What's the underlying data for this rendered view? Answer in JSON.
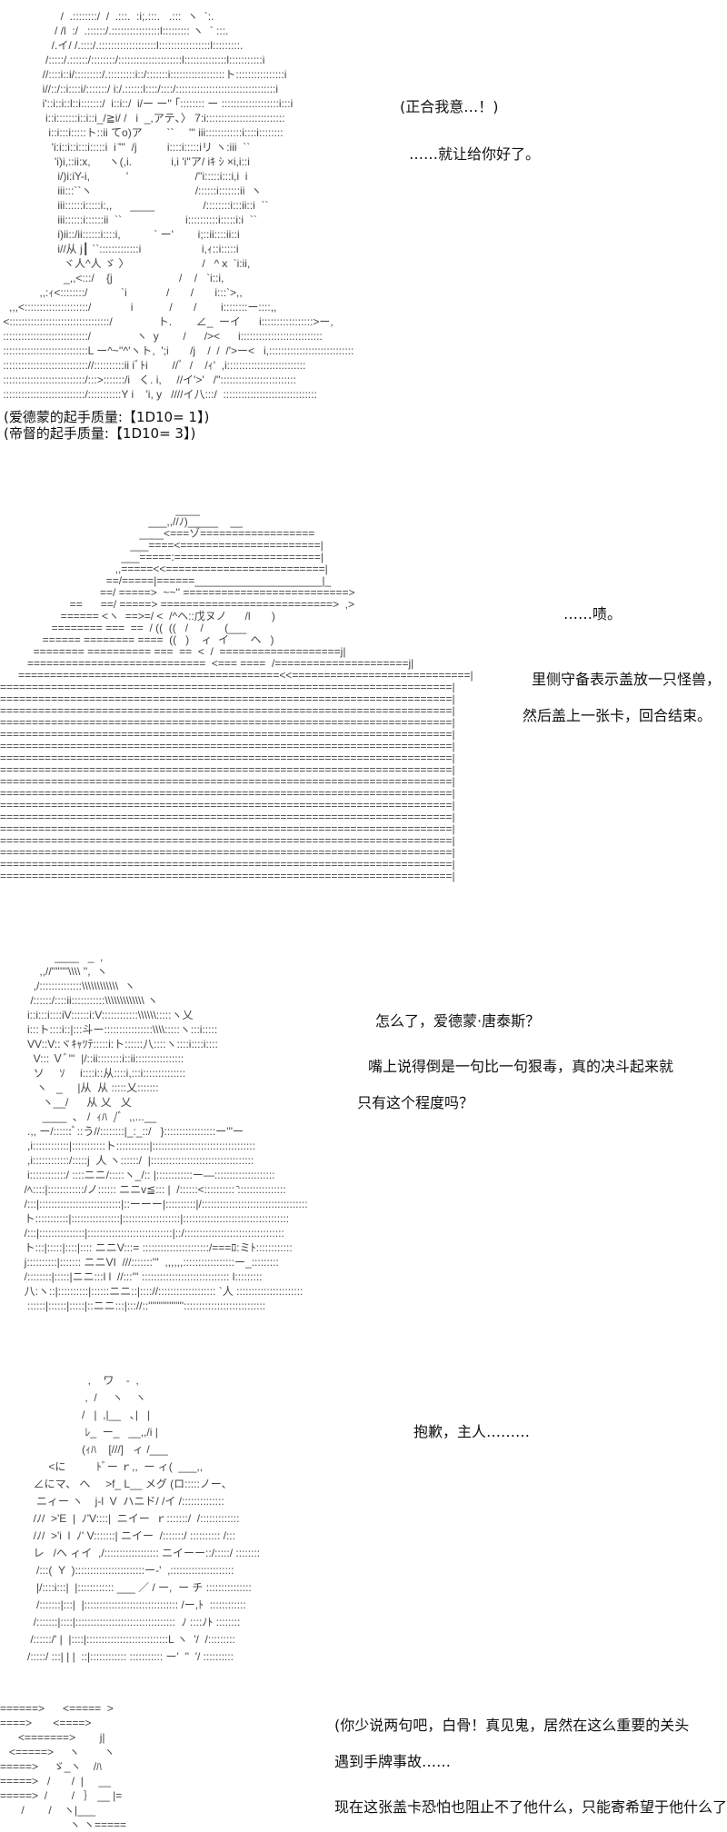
{
  "scene1": {
    "art": [
      "                    /  .::::::::/  /  .:::.  :i;.:::.   .:::  ヽ  `:.",
      "                  / /l  :/  .::::::/.::::::::::::::::l::::::::: ヽ  ` :::.",
      "                 /.イ/ /.::::/.:::::::::::::::::::l:::::::::::::::::l:::::::::.",
      "               /:::::/.::::::/::::::::/:::::::::::::::::::::l::::::::::::::l:::::::::::i",
      "              //::::i::i/:::::::::/.:::::::::i::/:::::::i::::::::::::::::::ト::::::::::::::::i",
      "              i//::/::i::::i/:::::::/ i:/.::::::l::::/::::/:::::::::::::::::::::::::::::::::i",
      "              i'::i::i::l::i:::::::/  i::i::/  i/ー ー'' ｢:::::::: ー :::::::::::::::::::i:::i",
      "               i::i:::::::i::i::i_/≧i/ /   i  _,アテ､〉 7:i::::::::::::::::::::::::::",
      "                i::i:::i:::::ト::ii てo)ア        ``     ''' iii::::::::::::i::::i::::::::",
      "                 'i:i::i::i:::i:::::i  i ̄'''  /j          i::::i:::::iリ ヽ:iii  ``",
      "                  'i)i,::ii:x,      ヽ(,i.             i,i 'i''ア/ iｷ ｼ ×i,i::i",
      "                   i/)i:iY-i,            '                      /''i:::::i:::i,i  i",
      "                   iii:::``ヽ                                  /::::::i:::::::ii  ヽ",
      "                   iii::::::i:::::i:,,      ____                /::::::::i:::ii::i  ``",
      "                   iii::::::i::::::ii  ``                     i::::::::::i:::::i:i  ``",
      "                   i)ii::/ii::::::i::::i,           ` ー'        i;::ii::::ii::i",
      "                   i//从 j┃ ``:::::::::::::i                    i,ｨ::i:::::i",
      "                     ヾ人^人 ゞ 〉                        /   ^ｘ `i:ii,",
      "                     _,,<:::/    {j                      /    /   `i::i,",
      "             ,,:ｨ<::::::::/           `i             /       /       i:::`>,,",
      "   ,,,<:::::::::::::::::::::/             i            /       /        i::::::::ー::::,,",
      " <:::::::::::::::::::::::::::::::::/               ト.        ∠_  ーイ      i:::::::::::::::::>ー,",
      " ::::::::::::::::::::::::::::/               ヽ  y        /      /><      i:::::::::::::::::::::::::::",
      " ::::::::::::::::::::::::::::L ー^~''^'ヽト,  ';i       /j    /  /  /'>ー<   i,::::::::::::::::::::::::::::",
      " :::::::::::::::::::::::::::://::::::::::ii iﾞﾄi        //ﾞ  /    /ｨ'  ,i::::::::::::::::::::::::::",
      " :::::::::::::::::::::::::::/:::>:::::::/i   く. i,     //イ'>'   /'':::::::::::::::::::::::::",
      " :::::::::::::::::::::::::::/:::::::::::Y i    'i, y   ////イ八:::/  :::::::::::::::::::::::::::::::"
    ],
    "thought": "(正合我意…！)",
    "line": "……就让给你好了。"
  },
  "dice": [
    "(爱德蒙的起手质量:【1D10= 1】)",
    "(帝督的起手质量:【1D10= 3】)"
  ],
  "scene2": {
    "art": [
      "                                                          ____",
      "                                                 ___,,//ﾉ)_____    __",
      "                                              ____<===ゾ==================",
      "                                           ___====<======================|",
      "                                        ___=====:=======================|",
      "                                      ,,=====<<=========================|",
      "                                   ==/=====|======_____________________|_",
      "                                 ==/ =====>  ~~'' ==========================>",
      "                       ==      ==/ =====> ===========================>  ,>",
      "                    ====== <ヽ  ==>=/ <  /^ヘ::戊ヌノ      /l       ) ",
      "                 ======== ===  ==  / ((  ((   /    /       (___",
      "              ====== ======== ====  ((   )    ィ  イ       ヘ   )",
      "           ======== ========== ===  ==  <  /  ===================j|",
      "         ============================  <=== ====  /=====================j|",
      "      =========================================<<============================|",
      "=======================================================================|",
      "=======================================================================|",
      "=======================================================================|",
      "=======================================================================|",
      "=======================================================================|",
      "=======================================================================|",
      "=======================================================================|",
      "=======================================================================|",
      "=======================================================================|",
      "=======================================================================|",
      "=======================================================================|",
      "=======================================================================|",
      "=======================================================================|",
      "=======================================================================|",
      "=======================================================================|",
      "=======================================================================|",
      "=======================================================================|"
    ],
    "line1": "……啧。",
    "narration": [
      "里侧守备表示盖放一只怪兽，",
      "然后盖上一张卡，回合结束。"
    ]
  },
  "scene3": {
    "art": [
      "            ____   _  ,",
      "       ,,//''''''''\\\\\\\\ '',  ヽ",
      "     ,/::::::::::::::\\\\\\\\\\\\\\\\\\\\\\\\  ヽ",
      "    /::::::/::::ii:::::::::::\\\\\\\\\\\\\\\\\\\\\\\\\\ ヽ",
      "   i::i:::i::::iV::::::i:V::::::::::::\\\\\\\\\\\\:::::ヽ乂",
      "   i:::ト::::i::|:::斗ー::::::::::::::::\\\\\\\\:::::ヽ:::i:::::",
      "   VV::V::ヾｷｬﾂﾃ:::::i:ト::::::八::::ヽ::::i::::i::::",
      "     V::: Ｖﾞ'''  |/::ii::::::::i::ii::::::::::::::::",
      "     ソ     ｿ     i::::i::从::::i,:::i::::::::::::::",
      "      ヽ   _     |从  从 :::::乂:::::::",
      "        ヽ__/      从 乂   乂",
      "        ____  ､   /  ｨﾊ  /ﾞ  ,,...__",
      "   .,, ー/::::::ﾞ::う//::::::::|_:_::/   }:::::::::::::::::ー'''ー",
      "   ,i::::::::::::|:::::::::::ト:::::::::::|::::::::::::::::::::::::::::::::::",
      "   ,i::::::::::::/:::::j  人 ヽ::::::/  |::::::::::::::::::::::::::::::::::",
      "   i::::::::::::/ ::::ニニ/:::::ヽ_/:: |::::::::::::ー―::::::::::::::::::::",
      "  /ﾍ::::|::::::::::::/ノ:::::: ニニv≦::: |  /::::::<:::::::::: ̄::::::::::::::::",
      "  /:::|:::::::::::::::::::::::::::|::ーーー|::::::::::|/:::::::::::::::::::::::::::::::::::",
      "  ト:::::::::::|::::::::::::::::|:::::::::::::::::::|:::::::::::::::::::::::::::::::::::",
      "  /:::|:::::::::::::::|::::::::::::::::::::::::::::|::/:::::::::::::::::::::::::::::::::",
      "  ト:::|:::::|::::|:::: ニニV:::= ::::::::::::::::::::::/===ﾛ:ミﾄ::::::::::::",
      "  j::::::::::|::::::: ニニVI  ///:::::::'''  ,,,,,,:::::::::::::::::ー_:::::::::",
      "  /::::::::|:::::|ニニ:::l l  //:::''' ::::::::::::::::::::::::::::: l:::::::::",
      "  八:ヽ::|::::::::::|::::::ニニ::|:::://::::::::::::::::::: `人 ::::::::::::::::::::::",
      "   ::::::|::::::|:::::|::ニニ:::|::://::''''''''''''''''':::::::::::::::::::::::::::"
    ],
    "line1": "怎么了，爱德蒙·唐泰斯？",
    "line2": "嘴上说得倒是一句比一句狠毒，真的决斗起来就",
    "line3": "只有这个程度吗？"
  },
  "scene4": {
    "art": [
      "                       ,    ワ    -  ,",
      "                      ,  /     ヽ    ヽ",
      "                     /   |  ,|__   ､|   |",
      "                      ﾚ_  ー_   __,,/i |",
      "                     (ｨﾊ    [///]   ィ /___",
      "          <に          ﾄﾞー ｒ,,  ー ィ(  ___,,",
      "     ∠にマ、 ヘ     >f_ L__ メグ (ロ:::::ノー、",
      "      ニィー ヽ    j-l  V  ハニド/ /イ /::::::::::::::",
      "     /ﾉ/  >'E  |  ﾉ'V::::|  ニイー  ｒ:::::::/  /:::::::::::::",
      "     /ﾉ/  >'i  l  ﾉ' V:::::::| ニイー  /:::::::/ :::::::::: /:::",
      "     レ   /ヘ ィイ  ,/:::::::::::::::::: ニイーー::/:::::/ ::::::::",
      "      /:::(  Y  ):::::::::::::::::::::::ー-'  ,:::::::::::::::::::::",
      "      |/::::i:::|  |:::::::::::: ___ ／ / ー,  ー チ :::::::::::::::",
      "      /:::::::|:::|  |::::::::::::::::::::::::::::::: /ー,ﾄ  ::::::::::::",
      "     /:::::::|::::|:::::::::::::::::::::::::::::::::  ﾉ ::::ﾉﾄ ::::::::",
      "    /::::::/' |  |::::|:::::::::::::::::::::::::::L ヽ  '/  /:::::::::",
      "   /:::::/ :::| | |  ::|:::::::::::: ::::::::::: ー'  ''  '/ ::::::::::"
    ],
    "line1": "抱歉，主人………"
  },
  "scene5": {
    "art": [
      "======>      <=====  >",
      "====>       <====>",
      "      <=======>        j|",
      "   <=====>     ヽ        ヽ",
      "=====>     ゞ_ヽ    /ﾊ",
      "=====>   /       /  |     __",
      "=====>  /        /   ｝ __ |=",
      "       /        /    ヽ|___",
      "                       ヽ ヽ====="
    ],
    "line1": "(你少说两句吧，白骨！真见鬼，居然在这么重要的关头",
    "line2": "遇到手牌事故……",
    "line3": "现在这张盖卡恐怕也阻止不了他什么，只能寄希望于他什么了……"
  }
}
